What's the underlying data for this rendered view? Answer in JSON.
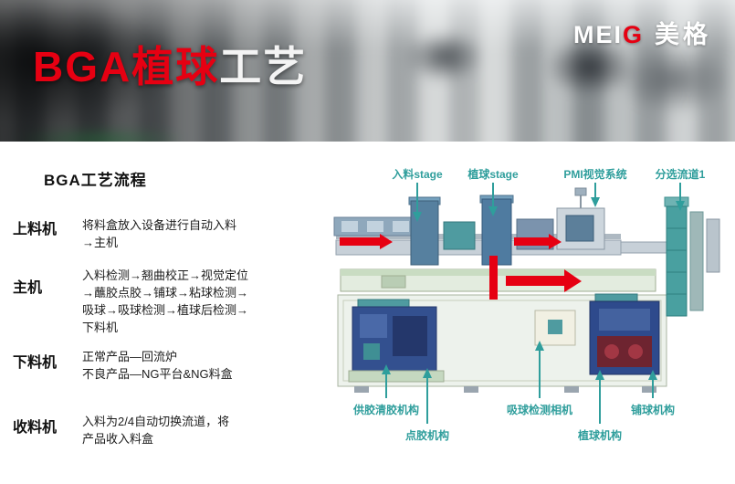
{
  "colors": {
    "accent": "#e60012",
    "callout": "#2f9e9c"
  },
  "banner": {
    "title_primary": "BGA植球",
    "title_secondary": "工艺",
    "logo": {
      "latin_prefix": "MEI",
      "latin_accent": "G",
      "chinese": "美格"
    }
  },
  "content": {
    "section_title": "BGA工艺流程",
    "steps": [
      {
        "label": "上料机",
        "lines": [
          "将料盒放入设备进行自动入料",
          "→主机"
        ]
      },
      {
        "label": "主机",
        "lines": [
          "入料检测→翘曲校正→视觉定位",
          "→蘸胶点胶→铺球→粘球检测→",
          "吸球→吸球检测→植球后检测→",
          "下料机"
        ]
      },
      {
        "label": "下料机",
        "lines": [
          "正常产品—回流炉",
          "不良产品—NG平台&NG料盒"
        ]
      },
      {
        "label": "收料机",
        "lines": [
          "入料为2/4自动切换流道，将",
          "产品收入料盒"
        ]
      }
    ]
  },
  "diagram": {
    "top_labels": [
      "入料stage",
      "植球stage",
      "PMI视觉系统",
      "分选流道1"
    ],
    "bottom_labels": [
      "供胶清胶机构",
      "点胶机构",
      "吸球检测相机",
      "植球机构",
      "铺球机构"
    ]
  }
}
